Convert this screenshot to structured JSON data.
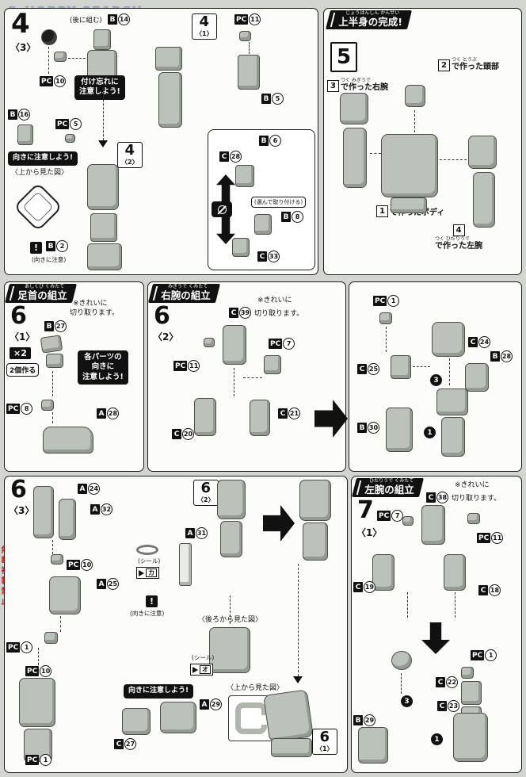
{
  "page": {
    "watermark": "© HOBBY SEARCH",
    "copyright": "無断複製禁止"
  },
  "step4": {
    "num": "4",
    "sub": "〈3〉",
    "later_note": "(後に組む)",
    "forget_note_1": "付け忘れに",
    "forget_note_2": "注意しよう!",
    "orient_banner": "向きに注意しよう!",
    "top_view": "〈上から見た図〉",
    "orient_note": "(向きに注意)",
    "warn": "!",
    "choose_note": "(選んで取り付ける)",
    "ref2": {
      "num": "4",
      "sub": "〈2〉"
    },
    "ref1": {
      "num": "4",
      "sub": "〈1〉"
    },
    "parts": {
      "b14": {
        "l": "B",
        "n": "14"
      },
      "pc10": {
        "l": "PC",
        "n": "10"
      },
      "b16": {
        "l": "B",
        "n": "16"
      },
      "pc5": {
        "l": "PC",
        "n": "5"
      },
      "b2": {
        "l": "B",
        "n": "2"
      },
      "pc11": {
        "l": "PC",
        "n": "11"
      },
      "b5": {
        "l": "B",
        "n": "5"
      },
      "b6": {
        "l": "B",
        "n": "6"
      },
      "c28": {
        "l": "C",
        "n": "28"
      },
      "b8": {
        "l": "B",
        "n": "8"
      },
      "c33": {
        "l": "C",
        "n": "33"
      }
    }
  },
  "step5": {
    "header": "上半身の完成!",
    "header_furi": "じょうはんしん かんせい",
    "num": "5",
    "captions": {
      "head": {
        "num": "2",
        "furi": "つく とうぶ",
        "text": "で作った頭部"
      },
      "right_arm": {
        "num": "3",
        "furi": "つく みぎうで",
        "text": "で作った右腕"
      },
      "body": {
        "num": "1",
        "furi": "つく",
        "text": "で作ったボディ"
      },
      "left_arm": {
        "num": "4",
        "furi": "つく ひだりうで",
        "text": "で作った左腕"
      }
    }
  },
  "step6_1": {
    "banner": "足首の組立",
    "banner_furi": "あしくび くみたて",
    "num": "6",
    "sub": "〈1〉",
    "x2": "×2",
    "x2_note": "2個作る",
    "cut1": "※きれいに",
    "cut2": "切り取ります。",
    "orient1": "各パーツの",
    "orient2": "向きに",
    "orient3": "注意しよう!",
    "parts": {
      "b27": {
        "l": "B",
        "n": "27"
      },
      "pc8": {
        "l": "PC",
        "n": "8"
      },
      "a28": {
        "l": "A",
        "n": "28"
      }
    }
  },
  "step6_2": {
    "banner": "右腕の組立",
    "banner_furi": "みぎうで くみたて",
    "num": "6",
    "sub": "〈2〉",
    "cut1": "※きれいに",
    "cut2": "切り取ります。",
    "parts": {
      "c39": {
        "l": "C",
        "n": "39"
      },
      "pc11": {
        "l": "PC",
        "n": "11"
      },
      "pc7": {
        "l": "PC",
        "n": "7"
      },
      "c20": {
        "l": "C",
        "n": "20"
      },
      "c21": {
        "l": "C",
        "n": "21"
      }
    }
  },
  "arm_assembly": {
    "order3": "3",
    "order1": "1",
    "parts": {
      "pc1": {
        "l": "PC",
        "n": "1"
      },
      "c24": {
        "l": "C",
        "n": "24"
      },
      "c25": {
        "l": "C",
        "n": "25"
      },
      "b28": {
        "l": "B",
        "n": "28"
      },
      "b30": {
        "l": "B",
        "n": "30"
      }
    }
  },
  "step6_3": {
    "num": "6",
    "sub": "〈3〉",
    "ref62": {
      "num": "6",
      "sub": "〈2〉"
    },
    "ref61": {
      "num": "6",
      "sub": "〈1〉"
    },
    "seal": "(シール)",
    "seal_ka": "カ",
    "seal_o": "オ",
    "warn": "!",
    "orient_note": "(向きに注意)",
    "back_view": "〈後ろから見た図〉",
    "top_view": "〈上から見た図〉",
    "orient_banner": "向きに注意しよう!",
    "parts": {
      "a24": {
        "l": "A",
        "n": "24"
      },
      "a32": {
        "l": "A",
        "n": "32"
      },
      "pc10_top": {
        "l": "PC",
        "n": "10"
      },
      "a25": {
        "l": "A",
        "n": "25"
      },
      "pc1_mid": {
        "l": "PC",
        "n": "1"
      },
      "pc10_low": {
        "l": "PC",
        "n": "10"
      },
      "pc1_low": {
        "l": "PC",
        "n": "1"
      },
      "a31": {
        "l": "A",
        "n": "31"
      },
      "a29": {
        "l": "A",
        "n": "29"
      },
      "c27": {
        "l": "C",
        "n": "27"
      }
    }
  },
  "step7": {
    "banner": "左腕の組立",
    "banner_furi": "ひだりうで くみたて",
    "num": "7",
    "sub": "〈1〉",
    "cut1": "※きれいに",
    "cut2": "切り取ります。",
    "order3": "3",
    "order1": "1",
    "parts": {
      "c38": {
        "l": "C",
        "n": "38"
      },
      "pc7": {
        "l": "PC",
        "n": "7"
      },
      "pc11": {
        "l": "PC",
        "n": "11"
      },
      "c19": {
        "l": "C",
        "n": "19"
      },
      "c18": {
        "l": "C",
        "n": "18"
      },
      "pc1": {
        "l": "PC",
        "n": "1"
      },
      "c22": {
        "l": "C",
        "n": "22"
      },
      "c23": {
        "l": "C",
        "n": "23"
      },
      "b29": {
        "l": "B",
        "n": "29"
      }
    }
  }
}
